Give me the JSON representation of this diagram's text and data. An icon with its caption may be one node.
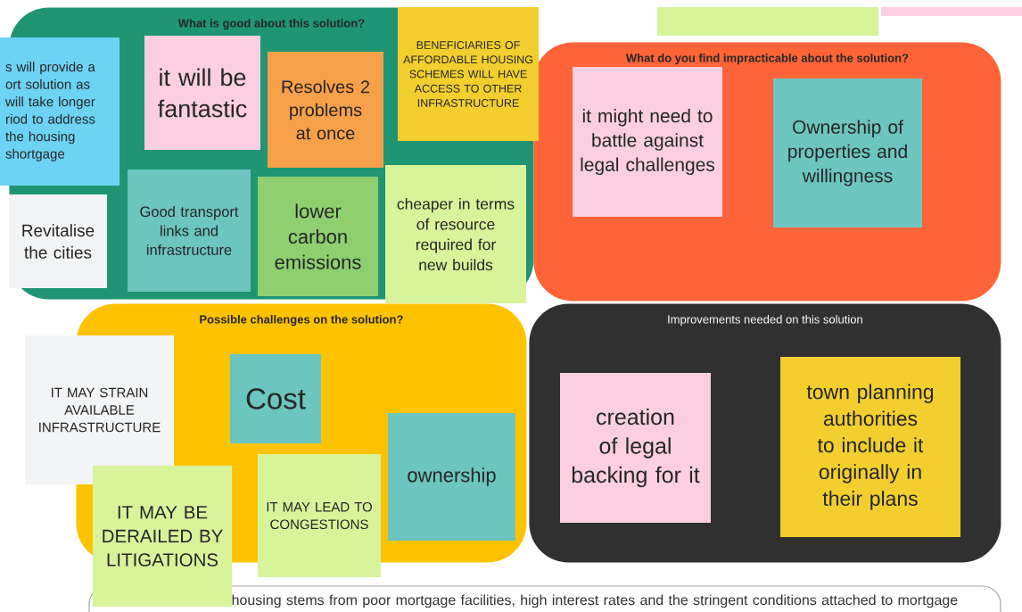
{
  "diagram": {
    "nodes": [
      {
        "text": [
          "What is good about this solution?"
        ]
      },
      {
        "text": [
          "s will provide a ort solution as will take longer riod to address the housing shortgage"
        ],
        "in": 0
      },
      {
        "text": [
          "it will be fantastic"
        ],
        "in": 0
      },
      {
        "text": [
          "Resolves 2 problems at once"
        ],
        "in": 0
      },
      {
        "text": [
          "BENEFICIARIES OF AFFORDABLE HOUSING SCHEMES WILL HAVE ACCESS TO OTHER INFRASTRUCTURE"
        ],
        "in": 0
      },
      {
        "text": [
          "Revitalise the cities"
        ],
        "in": 0
      },
      {
        "text": [
          "Good transport links and infrastructure"
        ],
        "in": 0
      },
      {
        "text": [
          "lower carbon emissions"
        ],
        "in": 0
      },
      {
        "text": [
          "cheaper in terms of resource required for new builds"
        ],
        "in": 0
      },
      {
        "text": [],
        "shape": "box"
      },
      {
        "text": [],
        "shape": "box"
      },
      {
        "text": [
          "What do you find impracticable about the solution?"
        ]
      },
      {
        "text": [
          "it might need to battle against legal challenges"
        ],
        "in": 11
      },
      {
        "text": [
          "Ownership of properties and willingness"
        ],
        "in": 11
      },
      {
        "text": [
          "Possible challenges on the solution?"
        ]
      },
      {
        "text": [
          "IT MAY STRAIN AVAILABLE INFRASTRUCTURE"
        ]
      },
      {
        "text": [
          "Cost"
        ],
        "in": 14
      },
      {
        "text": [
          "ownership"
        ],
        "in": 14
      },
      {
        "text": [
          "IT MAY BE DERAILED BY LITIGATIONS"
        ]
      },
      {
        "text": [
          "IT MAY LEAD TO CONGESTIONS"
        ]
      },
      {
        "text": [
          "Improvements needed on this solution"
        ]
      },
      {
        "text": [
          "creation of legal backing for it"
        ],
        "in": 20
      },
      {
        "text": [
          "town planning authorities to include it originally in their plans"
        ],
        "in": 20
      },
      {
        "text": [
          "housing stems from poor mortgage facilities, high interest rates and the stringent conditions attached to mortgage"
        ]
      }
    ]
  }
}
